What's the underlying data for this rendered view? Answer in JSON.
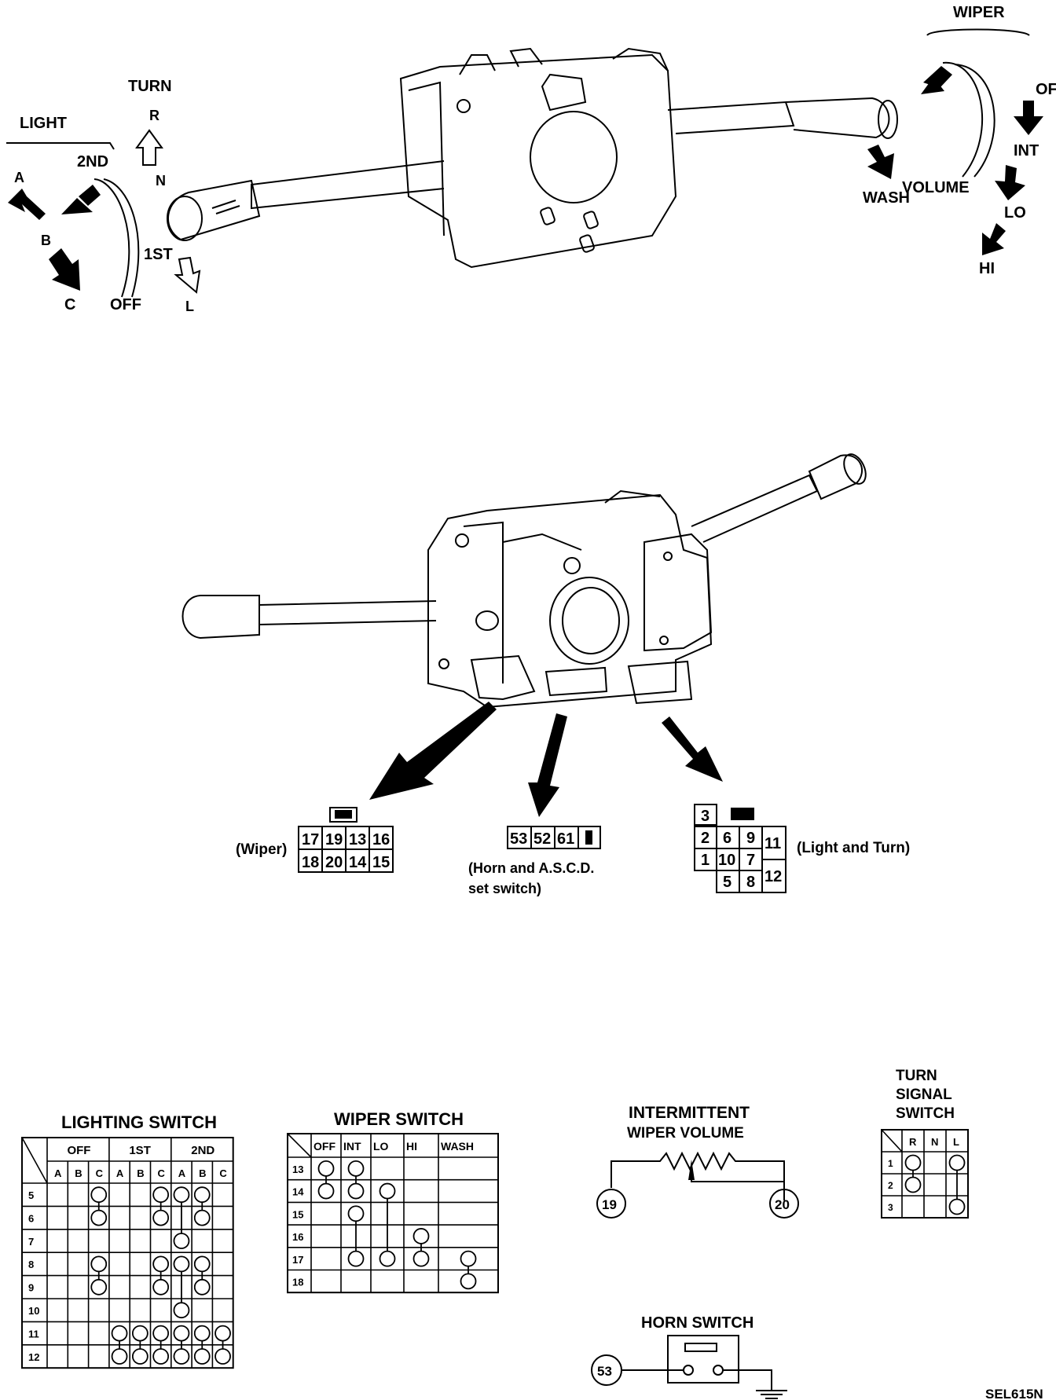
{
  "top_view": {
    "turn": "TURN",
    "turn_r": "R",
    "turn_n": "N",
    "turn_l": "L",
    "light": "LIGHT",
    "light_a": "A",
    "light_b": "B",
    "light_c": "C",
    "light_2nd": "2ND",
    "light_1st": "1ST",
    "light_off": "OFF",
    "wiper": "WIPER",
    "wiper_off": "OFF",
    "wiper_int": "INT",
    "wiper_lo": "LO",
    "wiper_hi": "HI",
    "wash": "WASH",
    "volume": "VOLUME"
  },
  "connectors": {
    "wiper_label": "(Wiper)",
    "wiper_top": [
      "17",
      "19",
      "13",
      "16"
    ],
    "wiper_bottom": [
      "18",
      "20",
      "14",
      "15"
    ],
    "horn_cells": [
      "53",
      "52",
      "61"
    ],
    "horn_label_1": "(Horn and A.S.C.D.",
    "horn_label_2": "set switch)",
    "light_label": "(Light and Turn)",
    "light_cells": [
      "3",
      "2",
      "6",
      "9",
      "1",
      "10",
      "7",
      "5",
      "8",
      "11",
      "12"
    ]
  },
  "lighting_switch": {
    "title": "LIGHTING SWITCH",
    "groups": [
      "OFF",
      "1ST",
      "2ND"
    ],
    "sub": [
      "A",
      "B",
      "C"
    ],
    "rows": [
      "5",
      "6",
      "7",
      "8",
      "9",
      "10",
      "11",
      "12"
    ]
  },
  "wiper_switch": {
    "title": "WIPER SWITCH",
    "cols": [
      "OFF",
      "INT",
      "LO",
      "HI",
      "WASH"
    ],
    "rows": [
      "13",
      "14",
      "15",
      "16",
      "17",
      "18"
    ]
  },
  "intermittent": {
    "title_1": "INTERMITTENT",
    "title_2": "WIPER VOLUME",
    "t19": "19",
    "t20": "20"
  },
  "turn_signal": {
    "title_1": "TURN",
    "title_2": "SIGNAL",
    "title_3": "SWITCH",
    "cols": [
      "R",
      "N",
      "L"
    ],
    "rows": [
      "1",
      "2",
      "3"
    ]
  },
  "horn_switch": {
    "title": "HORN SWITCH",
    "t53": "53"
  },
  "code": "SEL615N"
}
